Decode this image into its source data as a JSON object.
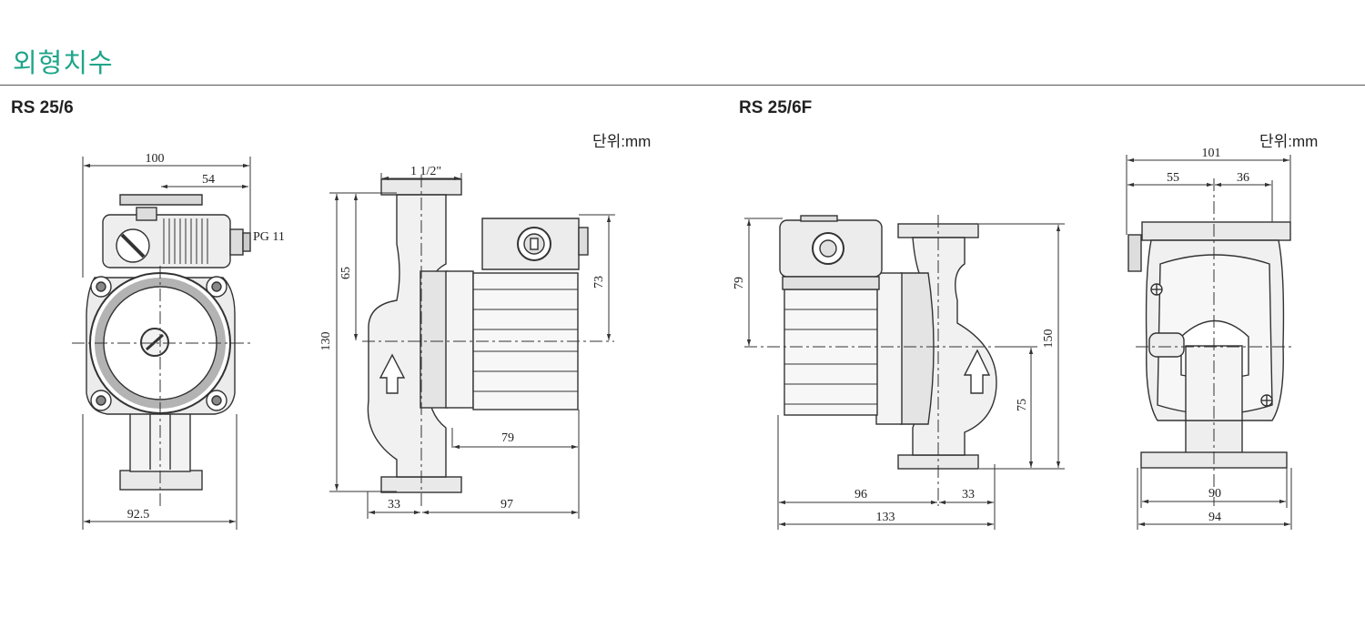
{
  "page": {
    "title": "외형치수"
  },
  "colors": {
    "title": "#1ea58a",
    "line": "#333333",
    "fill": "#e9e9e9",
    "dark": "#666666"
  },
  "models": [
    {
      "name": "RS 25/6",
      "unit": "단위:mm",
      "front_view": {
        "width": "100",
        "offset": "54",
        "cable_gland": "PG 11",
        "base_width": "92.5"
      },
      "side_view": {
        "connection": "1 1/2\"",
        "axis_to_top": "65",
        "total_height": "130",
        "motor_height": "73",
        "motor_length": "79",
        "port_offset": "33",
        "depth": "97"
      }
    },
    {
      "name": "RS 25/6F",
      "unit": "단위:mm",
      "side_view": {
        "motor_height": "79",
        "total_height": "150",
        "flange_height": "75",
        "motor_length": "96",
        "flange_offset": "33",
        "total_length": "133"
      },
      "front_view": {
        "width": "101",
        "left_offset": "55",
        "right_offset": "36",
        "flange_width": "90",
        "base_width": "94"
      }
    }
  ]
}
